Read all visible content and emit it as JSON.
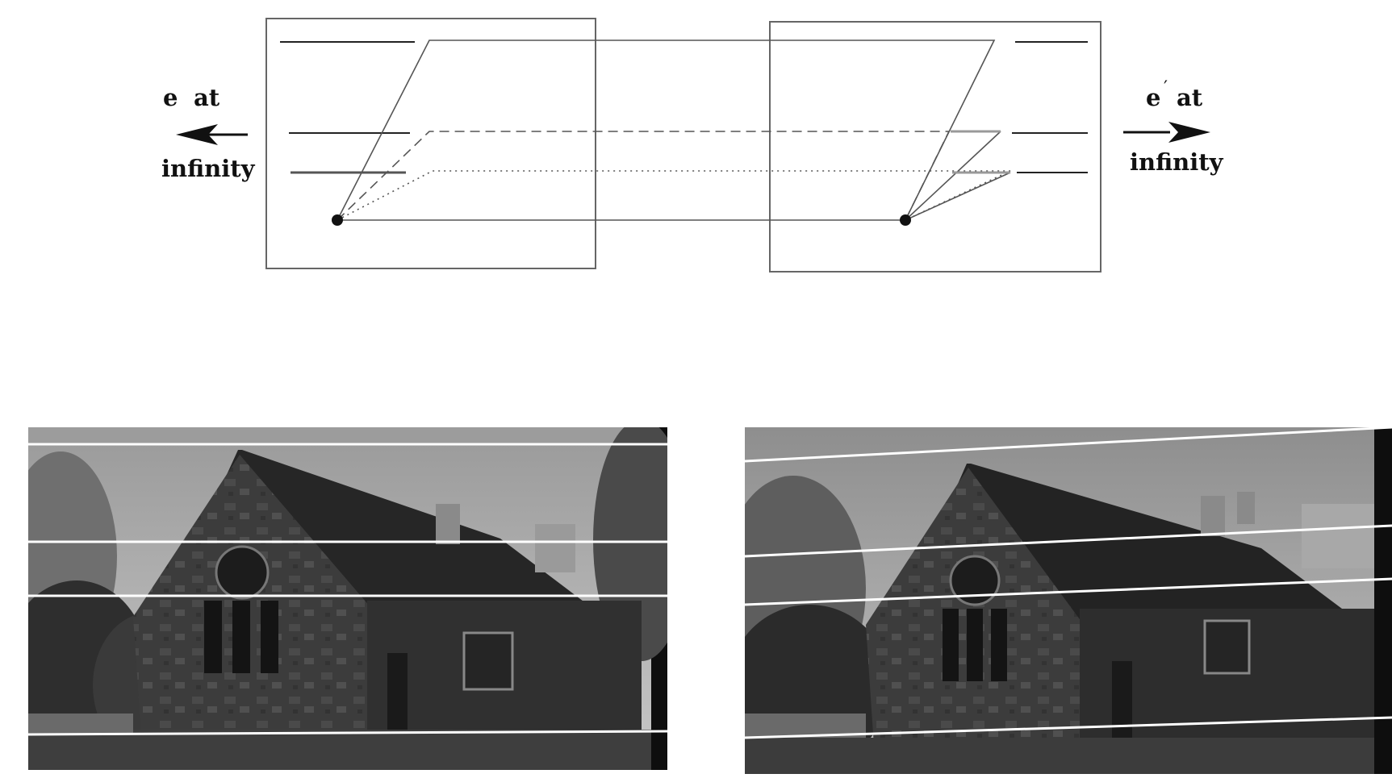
{
  "labels": {
    "left_e": "e",
    "left_at": "at",
    "left_infinity": "infinity",
    "right_e": "e",
    "right_prime": "′",
    "right_at": "at",
    "right_infinity": "infinity"
  },
  "colors": {
    "line": "#555555",
    "ink": "#111111",
    "epipolar_line": "#ffffff",
    "photo_dark": "#1a1a1a",
    "photo_sky": "#b4b4b4"
  }
}
